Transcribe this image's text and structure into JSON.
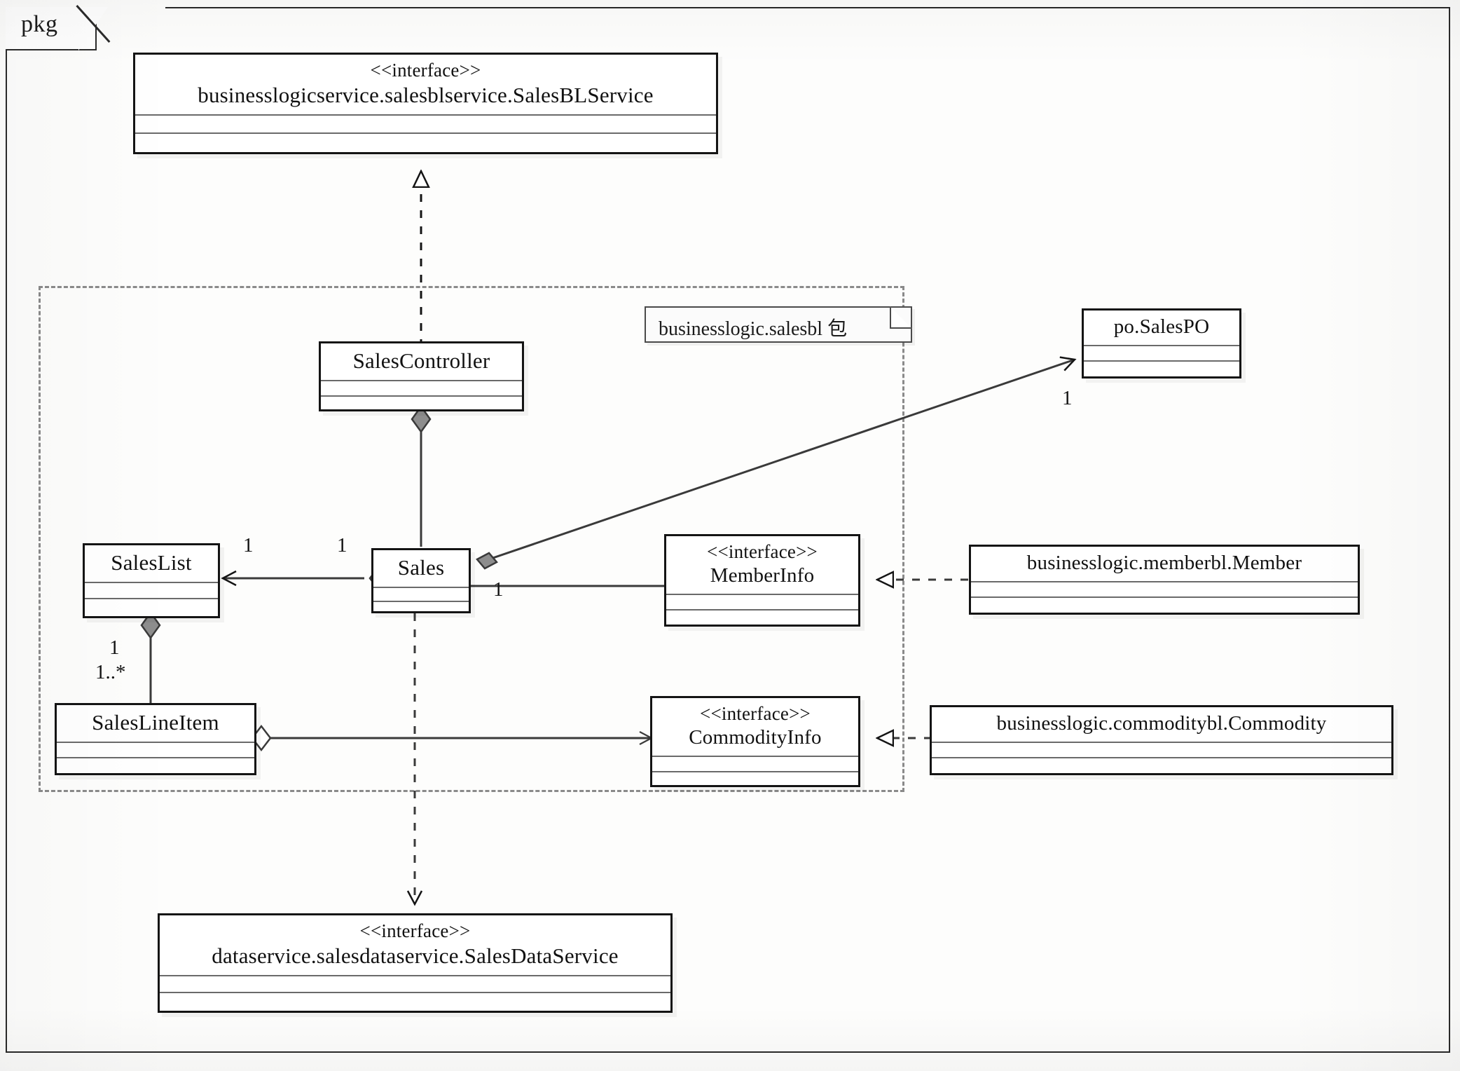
{
  "page": {
    "frame_label": "pkg",
    "diagram_type": "uml-class-diagram"
  },
  "package_note": {
    "label": "businesslogic.salesbl 包"
  },
  "classes": {
    "sales_bl_service": {
      "stereotype": "<<interface>>",
      "name": "businesslogicservice.salesblservice.SalesBLService"
    },
    "sales_controller": {
      "stereotype": "",
      "name": "SalesController"
    },
    "sales_po": {
      "stereotype": "",
      "name": "po.SalesPO"
    },
    "sales_list": {
      "stereotype": "",
      "name": "SalesList"
    },
    "sales": {
      "stereotype": "",
      "name": "Sales"
    },
    "member_info": {
      "stereotype": "<<interface>>",
      "name": "MemberInfo"
    },
    "member": {
      "stereotype": "",
      "name": "businesslogic.memberbl.Member"
    },
    "sales_line_item": {
      "stereotype": "",
      "name": "SalesLineItem"
    },
    "commodity_info": {
      "stereotype": "<<interface>>",
      "name": "CommodityInfo"
    },
    "commodity": {
      "stereotype": "",
      "name": "businesslogic.commoditybl.Commodity"
    },
    "sales_data_service": {
      "stereotype": "<<interface>>",
      "name": "dataservice.salesdataservice.SalesDataService"
    }
  },
  "multiplicities": {
    "sales_po_end": "1",
    "sales_list_end": "1",
    "sales_left_end": "1",
    "sales_member_end": "1",
    "sales_list_compose_top": "1",
    "sales_line_item_end": "1..*"
  },
  "relationships": [
    {
      "from": "sales_controller",
      "to": "sales_bl_service",
      "type": "realization"
    },
    {
      "from": "sales_controller",
      "to": "sales",
      "type": "composition"
    },
    {
      "from": "sales",
      "to": "sales_po",
      "type": "association-directed"
    },
    {
      "from": "sales",
      "to": "sales_list",
      "type": "composition-directed"
    },
    {
      "from": "sales",
      "to": "member_info",
      "type": "association"
    },
    {
      "from": "member",
      "to": "member_info",
      "type": "realization"
    },
    {
      "from": "sales_list",
      "to": "sales_line_item",
      "type": "composition"
    },
    {
      "from": "sales_line_item",
      "to": "commodity_info",
      "type": "aggregation"
    },
    {
      "from": "commodity",
      "to": "commodity_info",
      "type": "realization"
    },
    {
      "from": "sales",
      "to": "sales_data_service",
      "type": "dependency"
    }
  ],
  "colors": {
    "line": "#141414",
    "compartment_line": "#6a6a6a",
    "dashed_boundary": "#8a8a8a",
    "paper": "#fdfdfc"
  }
}
